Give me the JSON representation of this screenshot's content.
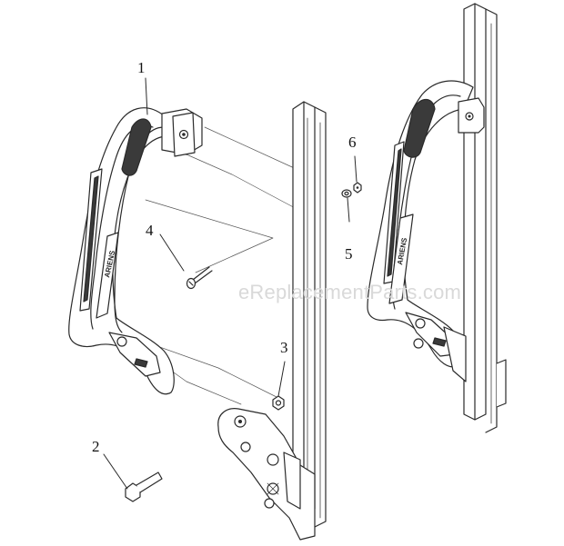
{
  "callouts": [
    {
      "id": "1",
      "label": "1"
    },
    {
      "id": "2",
      "label": "2"
    },
    {
      "id": "3",
      "label": "3"
    },
    {
      "id": "4",
      "label": "4"
    },
    {
      "id": "5",
      "label": "5"
    },
    {
      "id": "6",
      "label": "6"
    }
  ],
  "watermark": "eReplacementParts.com",
  "handle_brand_text": "ARIENS",
  "colors": {
    "line": "#2a2a2a",
    "fill": "#ffffff",
    "dark_fill": "#3a3a3a",
    "watermark": "#d9d9d9"
  }
}
